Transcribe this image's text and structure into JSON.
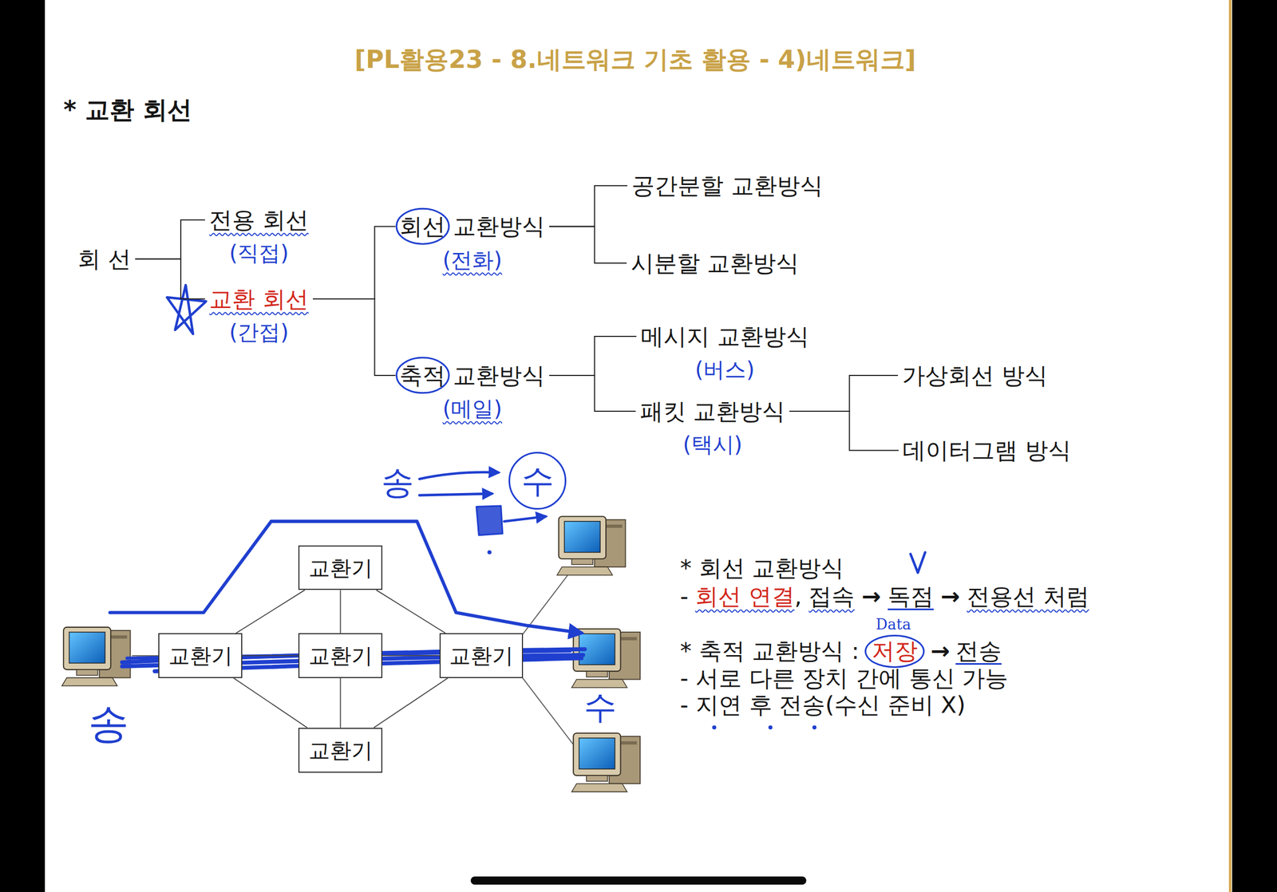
{
  "diagram": {
    "title": "[PL활용23 - 8.네트워크 기초 활용 - 4)네트워크]",
    "nodes": [
      {
        "text": [
          "회 선"
        ]
      },
      {
        "text": [
          "전용 회선",
          "(직접)"
        ]
      },
      {
        "text": [
          "교환 회선",
          "(간접)"
        ]
      },
      {
        "text": [
          "회선 교환방식",
          "(전화)"
        ]
      },
      {
        "text": [
          "축적 교환방식",
          "(메일)"
        ]
      },
      {
        "text": [
          "공간분할 교환방식"
        ]
      },
      {
        "text": [
          "시분할 교환방식"
        ]
      },
      {
        "text": [
          "메시지 교환방식",
          "(버스)"
        ]
      },
      {
        "text": [
          "패킷 교환방식",
          "(택시)"
        ]
      },
      {
        "text": [
          "가상회선 방식"
        ]
      },
      {
        "text": [
          "데이터그램 방식"
        ]
      },
      {
        "text": [
          "교환기"
        ]
      },
      {
        "text": [
          "교환기"
        ]
      },
      {
        "text": [
          "교환기"
        ]
      },
      {
        "text": [
          "교환기"
        ]
      },
      {
        "text": [
          "교환기"
        ]
      }
    ],
    "edges": [
      {
        "from": 0,
        "to": 1,
        "arrow": "none"
      },
      {
        "from": 0,
        "to": 2,
        "arrow": "none"
      },
      {
        "from": 2,
        "to": 3,
        "arrow": "none"
      },
      {
        "from": 2,
        "to": 4,
        "arrow": "none"
      },
      {
        "from": 3,
        "to": 5,
        "arrow": "none"
      },
      {
        "from": 3,
        "to": 6,
        "arrow": "none"
      },
      {
        "from": 4,
        "to": 7,
        "arrow": "none"
      },
      {
        "from": 4,
        "to": 8,
        "arrow": "none"
      },
      {
        "from": 8,
        "to": 9,
        "arrow": "none"
      },
      {
        "from": 8,
        "to": 10,
        "arrow": "none"
      },
      {
        "from": 12,
        "to": 11,
        "arrow": "none"
      },
      {
        "from": 12,
        "to": 13,
        "arrow": "none"
      },
      {
        "from": 12,
        "to": 15,
        "arrow": "none"
      },
      {
        "from": 11,
        "to": 13,
        "arrow": "none"
      },
      {
        "from": 13,
        "to": 15,
        "arrow": "none"
      },
      {
        "from": 11,
        "to": 14,
        "arrow": "none"
      },
      {
        "from": 13,
        "to": 14,
        "arrow": "none"
      },
      {
        "from": 15,
        "to": 14,
        "arrow": "none"
      }
    ],
    "labels": [
      "* 교환 회선",
      "* 회선 교환방식",
      "-",
      "회선 연결",
      ",",
      "접속",
      "→",
      "독점",
      "→",
      "전용선 처럼",
      "* 축적 교환방식 :",
      "저장",
      "→",
      "전송",
      "- 서로 다른 장치 간에 통신 가능",
      "- 지연 후 전송(수신 준비 X)",
      "송",
      "수",
      "송",
      "수",
      "Data"
    ]
  }
}
